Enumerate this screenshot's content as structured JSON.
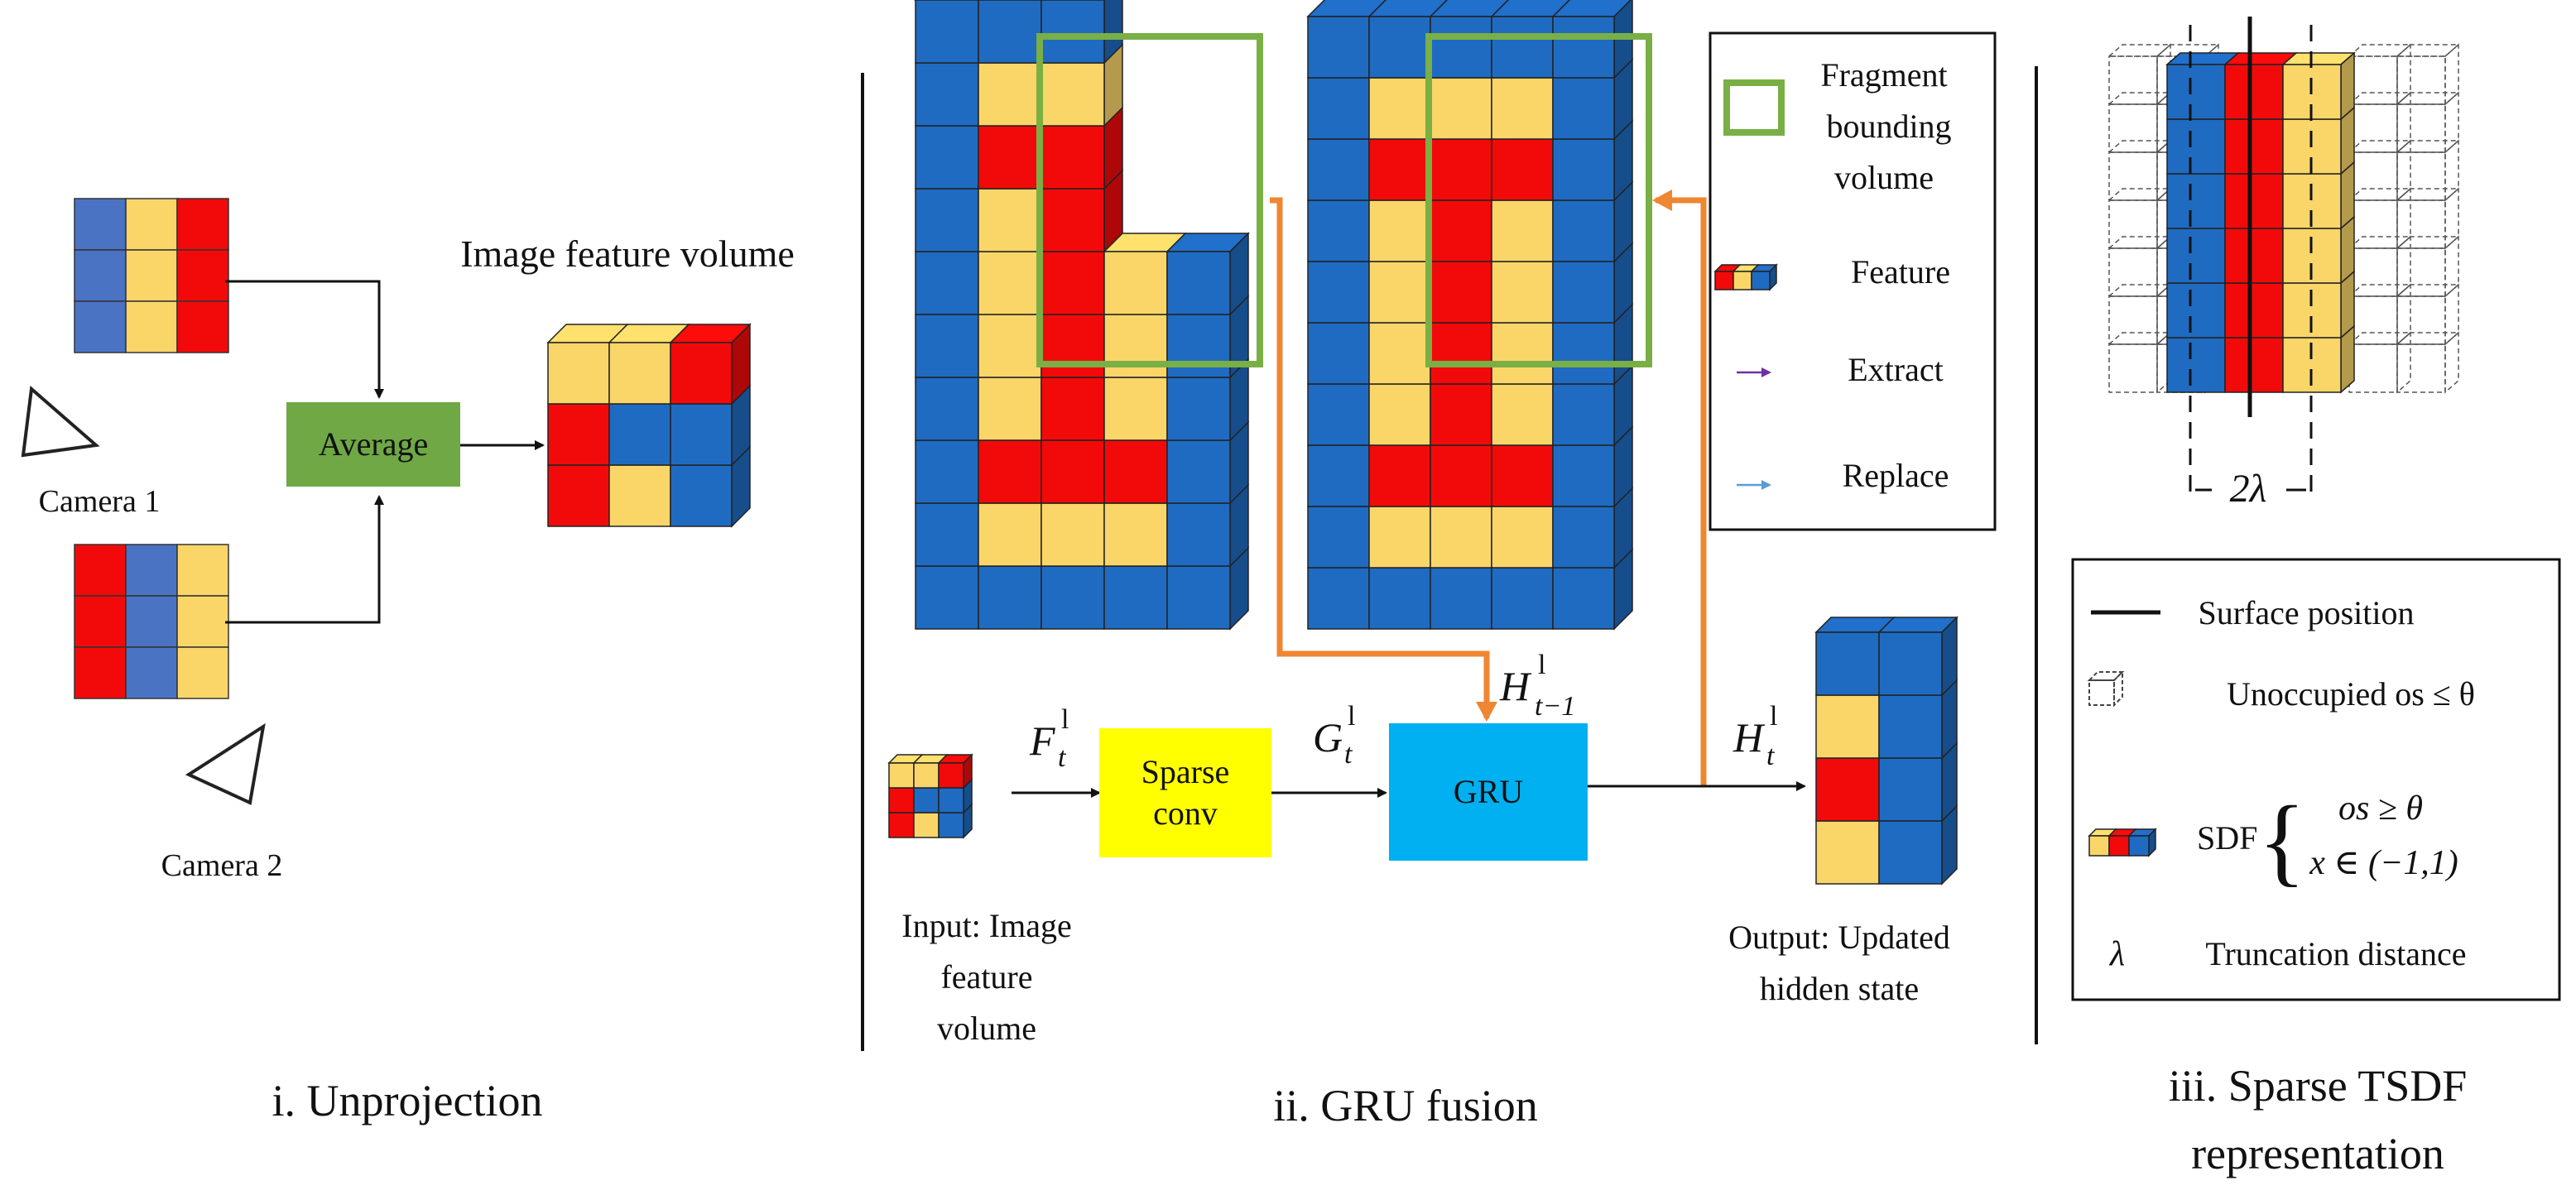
{
  "colors": {
    "blue": "#1F6BC1",
    "red": "#F20A0A",
    "yellow": "#FAD669",
    "steel": "#4A73C4",
    "green_box": "#79AF45",
    "average_fill": "#6FA845",
    "orange": "#EE8632",
    "sparse_fill": "#FFFF00",
    "gru_fill": "#00B0F0",
    "extract": "#7030A0",
    "replace": "#5B9BD5"
  },
  "unprojection": {
    "camera1": "Camera 1",
    "camera2": "Camera 2",
    "average": "Average",
    "feature_volume": "Image feature volume",
    "section": "i. Unprojection"
  },
  "gru_fusion": {
    "legend": {
      "fragment_line1": "Fragment",
      "fragment_line2": "bounding",
      "fragment_line3": "volume",
      "feature": "Feature",
      "extract": "Extract",
      "replace": "Replace"
    },
    "sparse_conv_line1": "Sparse",
    "sparse_conv_line2": "conv",
    "gru": "GRU",
    "F_sym": "F",
    "F_sub": "t",
    "F_sup": "l",
    "G_sym": "G",
    "G_sub": "t",
    "G_sup": "l",
    "Hprev_sym": "H",
    "Hprev_sub": "t−1",
    "Hprev_sup": "l",
    "H_sym": "H",
    "H_sub": "t",
    "H_sup": "l",
    "input_line1": "Input: Image",
    "input_line2": "feature",
    "input_line3": "volume",
    "output_line1": "Output: Updated",
    "output_line2": "hidden state",
    "section": "ii. GRU fusion"
  },
  "tsdf": {
    "two_lambda": "2λ",
    "legend": {
      "surface": "Surface position",
      "unoccupied": "Unoccupied  os ≤ θ",
      "sdf": "SDF",
      "sdf_case1": "os ≥ θ",
      "sdf_case2": "x ∈ (−1,1)",
      "lambda_sym": "λ",
      "truncation": "Truncation distance"
    },
    "section_line1": "iii. Sparse TSDF",
    "section_line2": "representation"
  }
}
